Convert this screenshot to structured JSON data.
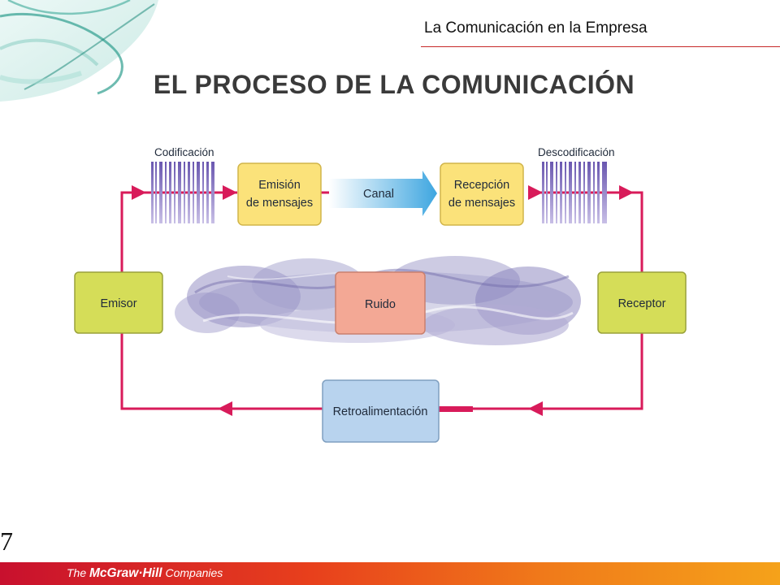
{
  "header": {
    "subject": "La Comunicación en la Empresa"
  },
  "slide": {
    "title": "EL PROCESO DE LA COMUNICACIÓN",
    "page_number": "7"
  },
  "diagram": {
    "labels": {
      "codificacion": "Codificación",
      "descodificacion": "Descodificación",
      "emision_1": "Emisión",
      "emision_2": "de mensajes",
      "canal": "Canal",
      "recepcion_1": "Recepción",
      "recepcion_2": "de mensajes",
      "emisor": "Emisor",
      "ruido": "Ruido",
      "receptor": "Receptor",
      "retroalimentacion": "Retroalimentación"
    },
    "colors": {
      "flow_line": "#d81b5a",
      "message_box": "#fbe27a",
      "party_box": "#d5dd58",
      "noise_box": "#f3a895",
      "feedback_box": "#b8d3ee",
      "channel_arrow": "#3ea6e0",
      "barcode": "#7a68b8"
    }
  },
  "footer": {
    "logo_prefix": "The ",
    "logo_brand": "McGraw·Hill",
    "logo_suffix": " Companies",
    "gradient_start": "#c8102e",
    "gradient_end": "#f5a21a"
  }
}
